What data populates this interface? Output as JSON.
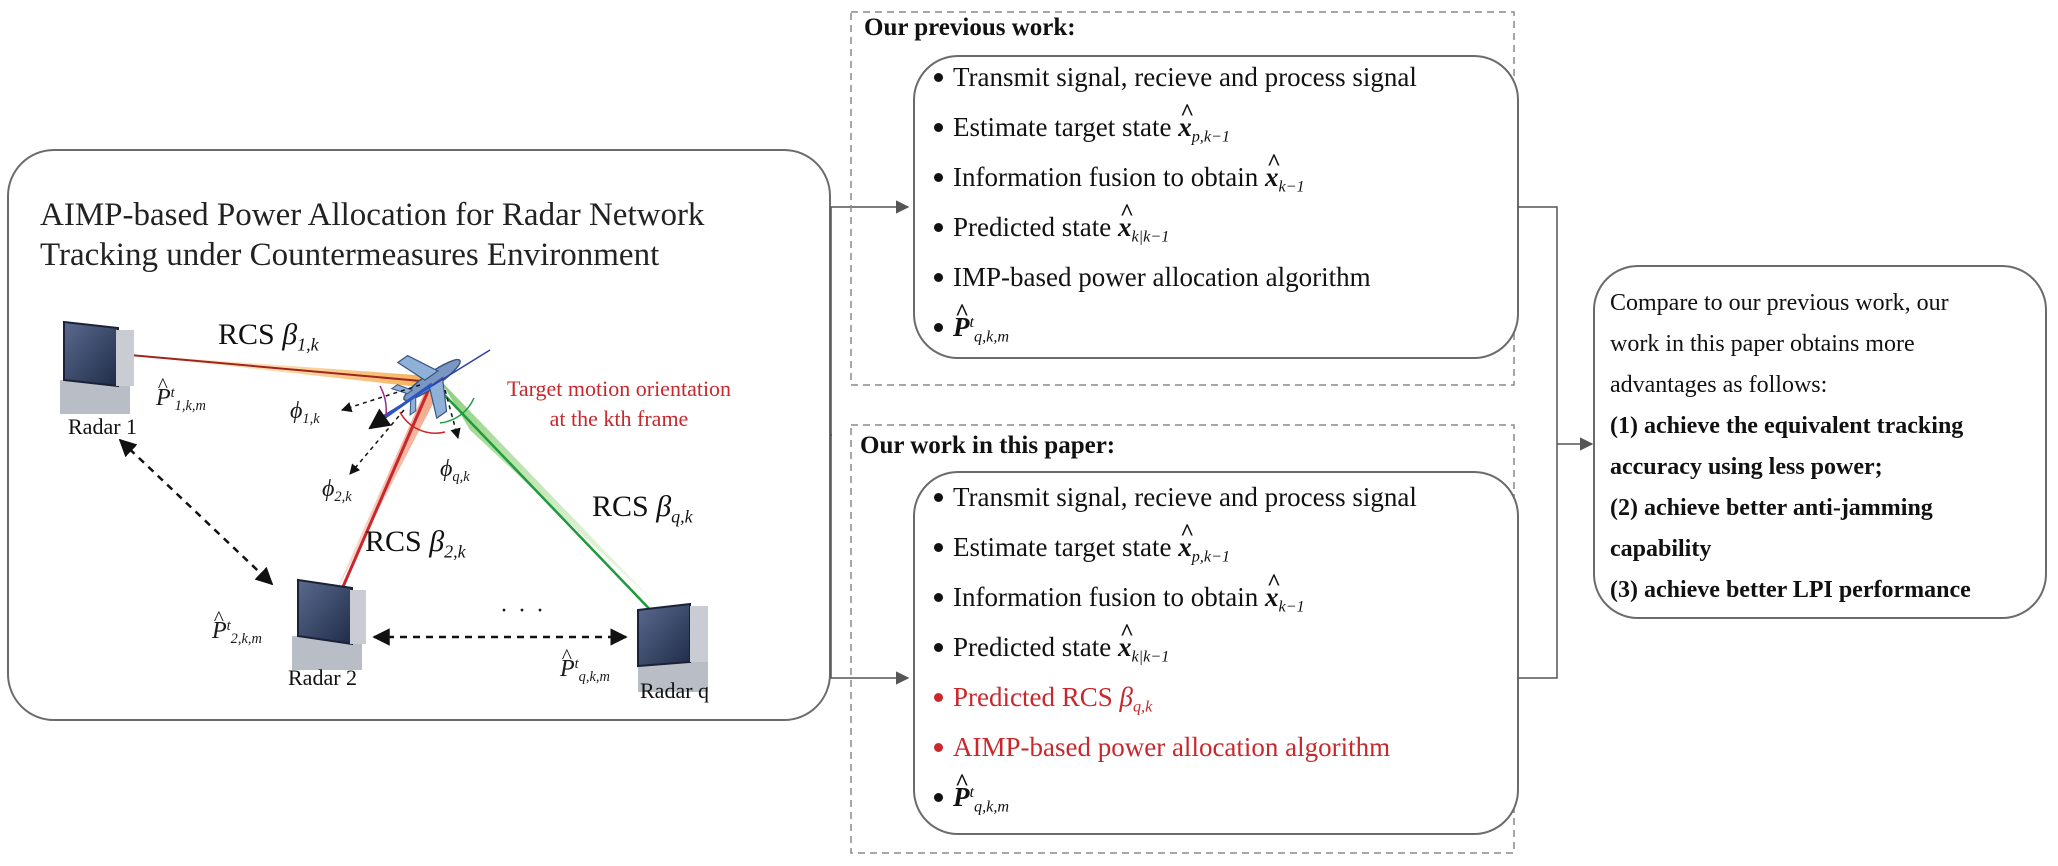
{
  "left_panel": {
    "title_line1": "AIMP-based Power Allocation for Radar Network",
    "title_line2": "Tracking under Countermeasures Environment",
    "radar1": "Radar 1",
    "radar2": "Radar 2",
    "radarq": "Radar q",
    "rcs_label": "RCS",
    "target_note_line1": "Target motion orientation",
    "target_note_line2": "at the kth frame",
    "ellipsis": "· · ·"
  },
  "previous_work": {
    "title": "Our previous work:",
    "items": [
      "Transmit signal, recieve and process signal",
      "Estimate target state",
      "Information fusion to obtain",
      "Predicted state",
      "IMP-based power allocation algorithm",
      ""
    ]
  },
  "this_paper": {
    "title": "Our work in this paper:",
    "items": [
      "Transmit signal, recieve and process signal",
      "Estimate target state",
      "Information fusion to obtain",
      "Predicted state",
      "Predicted RCS",
      "AIMP-based power allocation algorithm",
      ""
    ]
  },
  "conclusion": {
    "lines": [
      "Compare to our previous work, our",
      "work in this paper obtains more",
      "advantages as follows:"
    ],
    "points": [
      "(1) achieve the equivalent tracking",
      "accuracy using less power;",
      "(2) achieve better anti-jamming",
      "capability",
      "(3) achieve better LPI performance"
    ]
  },
  "colors": {
    "accent_red": "#c8282c",
    "beam_green": "#1e9a3a",
    "beam_orange": "#f2a23a",
    "box_border": "#6b6b6b",
    "dashed_border": "#8a8a8a"
  }
}
